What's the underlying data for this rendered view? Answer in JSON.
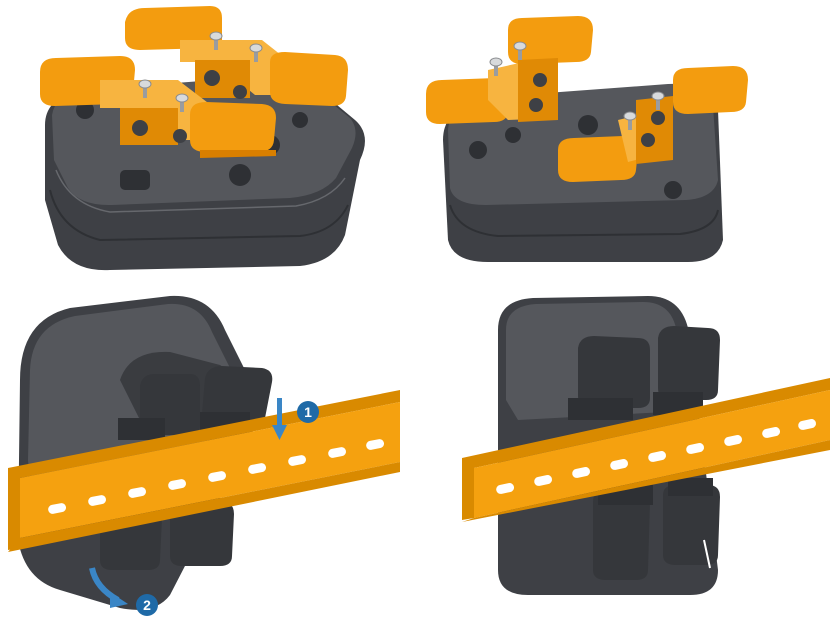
{
  "figure": {
    "panels": [
      {
        "id": "top-left"
      },
      {
        "id": "top-right"
      },
      {
        "id": "bottom-left"
      },
      {
        "id": "bottom-right"
      }
    ],
    "steps": [
      {
        "number": "1"
      },
      {
        "number": "2"
      }
    ],
    "colors": {
      "housing": "#4a4c51",
      "housing_top": "#5c5e63",
      "housing_side": "#3e4045",
      "clip": "#f39c0f",
      "clip_light": "#f7b440",
      "clip_dark": "#d97f00",
      "rail": "#f5a10f",
      "rail_dark": "#d98a00",
      "screw": "#d8dadc",
      "badge": "#1f6aa7",
      "arrow": "#3a86c6",
      "hole": "#ffffff"
    }
  }
}
